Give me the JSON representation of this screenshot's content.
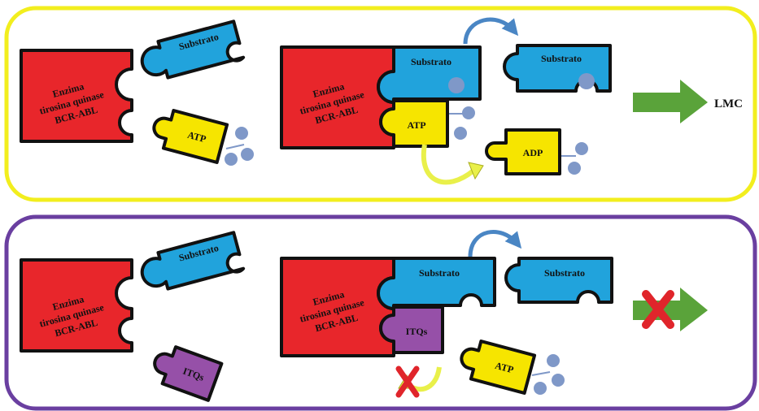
{
  "colors": {
    "top_panel_border": "#f2ee1e",
    "bottom_panel_border": "#6a3fa0",
    "enzyme": "#e8262b",
    "substrate": "#21a3dc",
    "atp": "#f6e500",
    "itqs": "#9650a8",
    "phosphate": "#7f98c8",
    "arrow_blue": "#4a86c4",
    "arrow_yellow": "#e9f04a",
    "arrow_green": "#5aa33a",
    "cross_red": "#e0252b",
    "outline": "#111111"
  },
  "top_panel": {
    "enzyme_label": [
      "Enzima",
      "tirosina quinase",
      "BCR-ABL"
    ],
    "substrate_label": "Substrato",
    "atp_label": "ATP",
    "complex_enzyme_label": [
      "Enzima",
      "tirosina quinase",
      "BCR-ABL"
    ],
    "complex_substrate_label": "Substrato",
    "complex_atp_label": "ATP",
    "product_substrate_label": "Substrato",
    "adp_label": "ADP",
    "outcome_label": "LMC"
  },
  "bottom_panel": {
    "enzyme_label": [
      "Enzima",
      "tirosina quinase",
      "BCR-ABL"
    ],
    "substrate_label": "Substrato",
    "itqs_label": "ITQs",
    "complex_enzyme_label": [
      "Enzima",
      "tirosina quinase",
      "BCR-ABL"
    ],
    "complex_substrate_label": "Substrato",
    "complex_itqs_label": "ITQs",
    "product_substrate_label": "Substrato",
    "atp_label": "ATP"
  }
}
